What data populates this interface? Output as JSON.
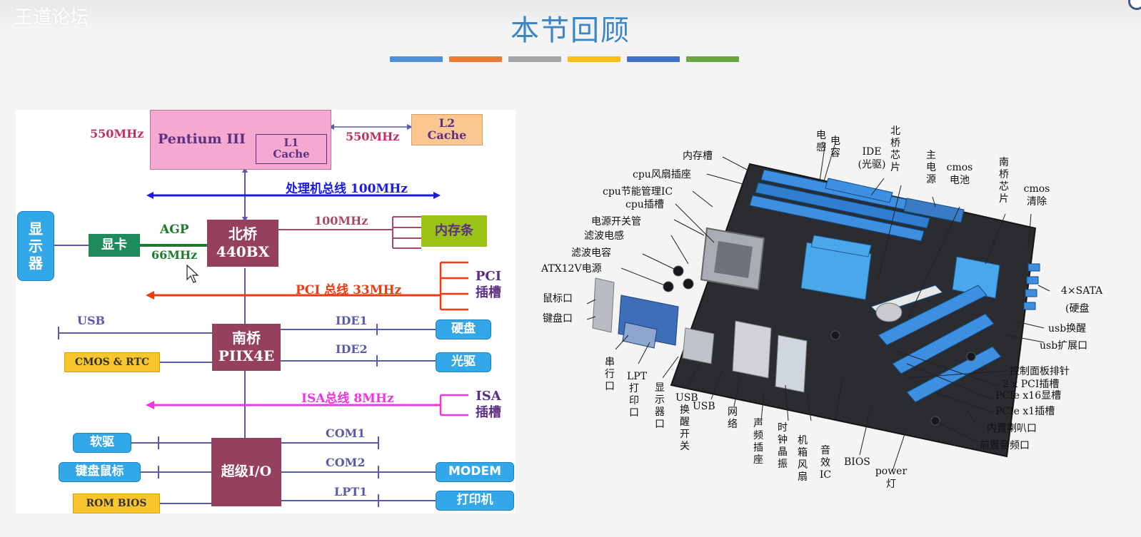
{
  "header": {
    "watermark": "王道论坛",
    "title": "本节回顾",
    "bar_colors": [
      "#4f8fd6",
      "#ec7c35",
      "#a5a5a5",
      "#fbbd16",
      "#4170c4",
      "#6aa744"
    ]
  },
  "colors": {
    "chip": "#96405f",
    "pill": "#33a8e8",
    "yellow_box": "#f7c52d",
    "cpu": "#f5a9d0",
    "l2": "#fbc690",
    "agp": "#1f7a2e",
    "pci": "#f03a12",
    "isa": "#f036e0",
    "processor_bus": "#1a1ae0",
    "sys_line": "#5b5aa6",
    "mem_line": "#a94a63"
  },
  "diagram": {
    "cpu": "Pentium III",
    "l1": "L1 Cache",
    "cpu_freq": "550MHz",
    "l2_freq": "550MHz",
    "l2": "L2 Cache",
    "processor_bus": "处理机总线 100MHz",
    "display": "显示器",
    "gpu": "显卡",
    "agp": "AGP",
    "agp_freq": "66MHz",
    "north": "北桥 440BX",
    "mem_freq": "100MHz",
    "memory": "内存条",
    "pci_bus": "PCI 总线 33MHz",
    "pci_slot": "PCI 插槽",
    "usb": "USB",
    "south": "南桥 PIIX4E",
    "ide1": "IDE1",
    "ide2": "IDE2",
    "hdd": "硬盘",
    "cdrom": "光驱",
    "cmos": "CMOS & RTC",
    "isa_bus": "ISA总线 8MHz",
    "isa_slot": "ISA 插槽",
    "floppy": "软驱",
    "kbd_mouse": "键盘鼠标",
    "rom_bios": "ROM BIOS",
    "super_io": "超级I/O",
    "com1": "COM1",
    "com2": "COM2",
    "lpt1": "LPT1",
    "modem": "MODEM",
    "printer": "打印机"
  },
  "photo_labels": {
    "inductor": "电感",
    "capacitor": "电容",
    "ide_optical": "IDE (光驱)",
    "north_chip": "北桥芯片",
    "main_power": "主电源",
    "cmos_battery": "cmos电池",
    "south_chip": "南桥芯片",
    "cmos_clear": "cmos清除",
    "mem_slot": "内存槽",
    "cpu_fan": "cpu风扇插座",
    "cpu_power_ic": "cpu节能管理IC",
    "cpu_socket": "cpu插槽",
    "power_switch": "电源开关管",
    "filter_inductor": "滤波电感",
    "filter_capacitor": "滤波电容",
    "atx12v": "ATX12V电源",
    "mouse_port": "鼠标口",
    "keyboard_port": "键盘口",
    "sata": "4×SATA",
    "hdd_short": "(硬盘",
    "usb_wake": "usb换醒",
    "usb_ext": "usb扩展口",
    "panel_pins": "控制面板排针",
    "pci_slots": "2 x PCI插槽",
    "pcie16": "PCIe x16显槽",
    "pcie1": "PCIe x1插槽",
    "speaker": "内置喇叭口",
    "front_audio": "前置音频口",
    "serial": "串行口",
    "lpt": "LPT 打印口",
    "display_port": "显示器口",
    "usb_wake_switch": "USB换醒开关",
    "usb": "USB",
    "network": "网络",
    "audio": "声频插座",
    "crystal": "时钟晶振",
    "case_fan": "机箱风扇",
    "audio_ic": "音效IC",
    "bios": "BIOS",
    "power_led": "power灯"
  }
}
